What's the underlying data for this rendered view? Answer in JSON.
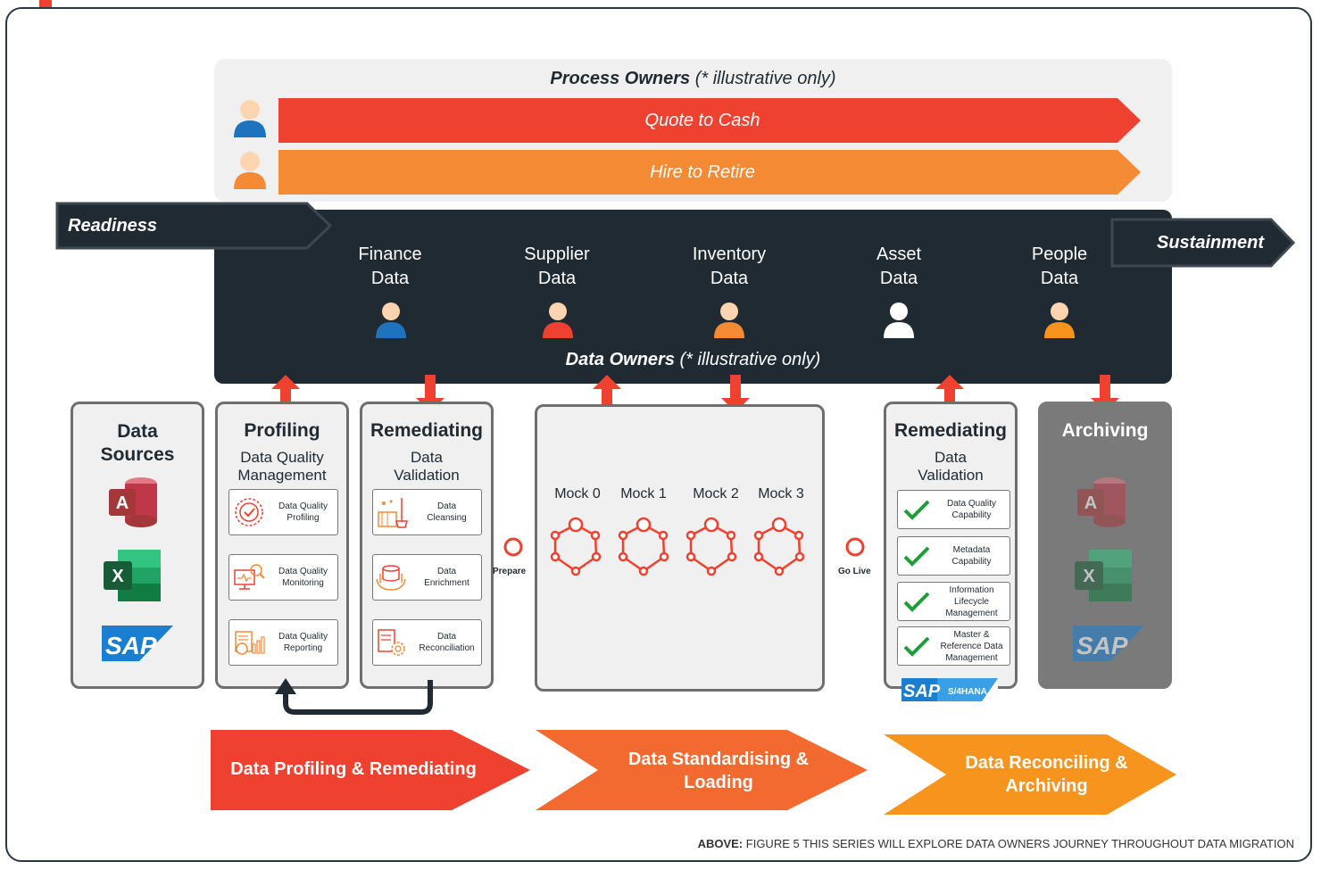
{
  "process": {
    "title_bold": "Process Owners",
    "title_note": "(* illustrative only)",
    "rows": [
      {
        "label": "Quote to Cash",
        "color": "#ef4130"
      },
      {
        "label": "Hire to Retire",
        "color": "#f58a35"
      }
    ]
  },
  "readiness": "Readiness",
  "sustainment": "Sustainment",
  "data_owners": {
    "title_bold": "Data Owners",
    "title_note": "(* illustrative only)",
    "columns": [
      {
        "line1": "Finance",
        "line2": "Data",
        "icon": "person-blue-icon",
        "color": "#1e73be"
      },
      {
        "line1": "Supplier",
        "line2": "Data",
        "icon": "person-red-icon",
        "color": "#ef4130"
      },
      {
        "line1": "Inventory",
        "line2": "Data",
        "icon": "person-orange-icon",
        "color": "#f58a35"
      },
      {
        "line1": "Asset",
        "line2": "Data",
        "icon": "person-white-icon",
        "color": "#ffffff"
      },
      {
        "line1": "People",
        "line2": "Data",
        "icon": "person-amber-icon",
        "color": "#f7941d"
      }
    ]
  },
  "sources": {
    "title_line1": "Data",
    "title_line2": "Sources",
    "logos": [
      "access-logo",
      "excel-logo",
      "sap-logo"
    ],
    "sap_text": "SAP"
  },
  "profiling": {
    "title": "Profiling",
    "sub_line1": "Data Quality",
    "sub_line2": "Management",
    "cards": [
      {
        "line1": "Data Quality",
        "line2": "Profiling"
      },
      {
        "line1": "Data Quality",
        "line2": "Monitoring"
      },
      {
        "line1": "Data Quality",
        "line2": "Reporting"
      }
    ]
  },
  "remediating_left": {
    "title": "Remediating",
    "sub_line1": "Data",
    "sub_line2": "Validation",
    "cards": [
      {
        "line1": "Data",
        "line2": "Cleansing"
      },
      {
        "line1": "Data",
        "line2": "Enrichment"
      },
      {
        "line1": "Data",
        "line2": "Reconciliation"
      }
    ]
  },
  "prepare_label": "Prepare",
  "golive_label": "Go Live",
  "mocks": [
    "Mock 0",
    "Mock 1",
    "Mock 2",
    "Mock 3"
  ],
  "remediating_right": {
    "title": "Remediating",
    "sub_line1": "Data",
    "sub_line2": "Validation",
    "cards": [
      {
        "lines": [
          "Data Quality",
          "Capability"
        ]
      },
      {
        "lines": [
          "Metadata",
          "Capability"
        ]
      },
      {
        "lines": [
          "Information",
          "Lifecycle",
          "Management"
        ]
      },
      {
        "lines": [
          "Master &",
          "Reference Data",
          "Management"
        ]
      }
    ],
    "sap_text": "SAP",
    "s4_text": "S/4HANA"
  },
  "archiving": {
    "title": "Archiving",
    "sap_text": "SAP"
  },
  "phases": [
    {
      "line1": "Data Profiling & Remediating",
      "line2": "",
      "color": "#ef4130"
    },
    {
      "line1": "Data Standardising &",
      "line2": "Loading",
      "color": "#f26a30"
    },
    {
      "line1": "Data Reconciling &",
      "line2": "Archiving",
      "color": "#f7941d"
    }
  ],
  "caption": {
    "bold": "ABOVE:",
    "text": "FIGURE 5 THIS SERIES WILL EXPLORE DATA OWNERS JOURNEY THROUGHOUT DATA MIGRATION"
  }
}
